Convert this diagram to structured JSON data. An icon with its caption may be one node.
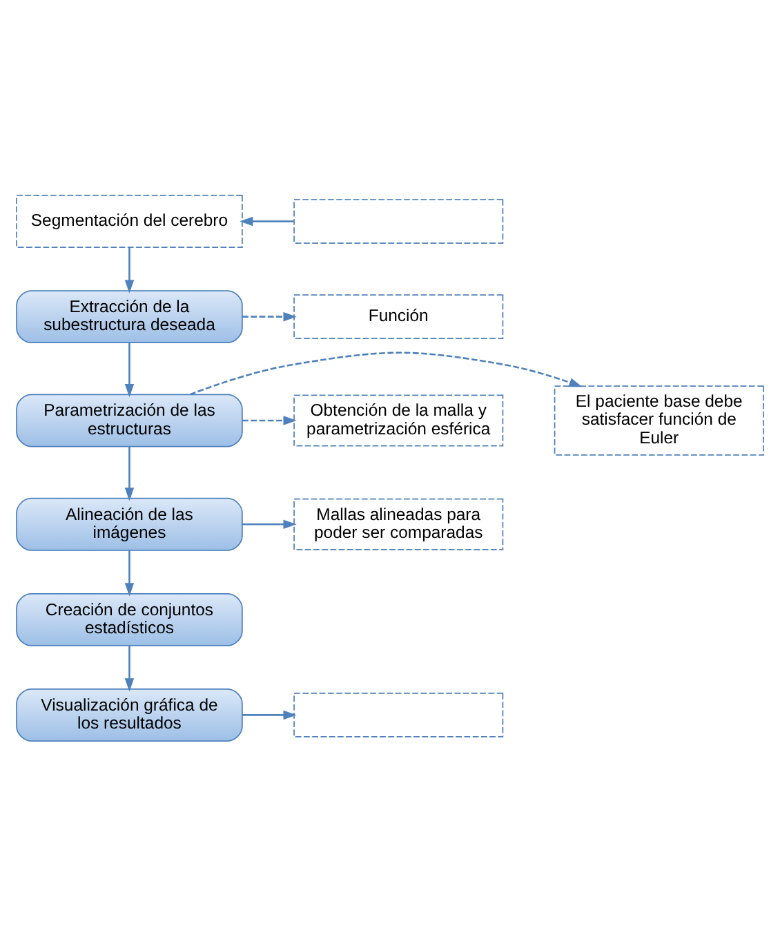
{
  "diagram": {
    "nodes": [
      {
        "text": [
          "Segmentación del cerebro"
        ]
      },
      {
        "text": [],
        "shape": "box"
      },
      {
        "text": [
          "Extracción de la subestructura deseada"
        ]
      },
      {
        "text": [
          "Función"
        ]
      },
      {
        "text": [
          "Parametrización de las estructuras"
        ]
      },
      {
        "text": [
          "Obtención de la malla y parametrización esférica"
        ]
      },
      {
        "text": [
          "El paciente base debe satisfacer función de Euler"
        ]
      },
      {
        "text": [
          "Alineación de las imágenes"
        ]
      },
      {
        "text": [
          "Mallas alineadas para poder ser comparadas"
        ]
      },
      {
        "text": [
          "Creación de conjuntos estadísticos"
        ]
      },
      {
        "text": [
          "Visualización gráfica de los resultados"
        ]
      },
      {
        "text": [],
        "shape": "box"
      }
    ],
    "edges": [
      {
        "from": 1,
        "to": 0,
        "arrow": "to"
      },
      {
        "from": 0,
        "to": 2,
        "arrow": "to"
      },
      {
        "from": 2,
        "to": 3,
        "arrow": "to",
        "style": "dashed"
      },
      {
        "from": 2,
        "to": 4,
        "arrow": "to"
      },
      {
        "from": 4,
        "to": 5,
        "arrow": "to",
        "style": "dashed"
      },
      {
        "from": 4,
        "to": 6,
        "arrow": "to",
        "style": "dashed"
      },
      {
        "from": 4,
        "to": 7,
        "arrow": "to"
      },
      {
        "from": 7,
        "to": 8,
        "arrow": "to"
      },
      {
        "from": 7,
        "to": 9,
        "arrow": "to"
      },
      {
        "from": 9,
        "to": 10,
        "arrow": "to"
      },
      {
        "from": 10,
        "to": 11,
        "arrow": "to"
      }
    ]
  }
}
